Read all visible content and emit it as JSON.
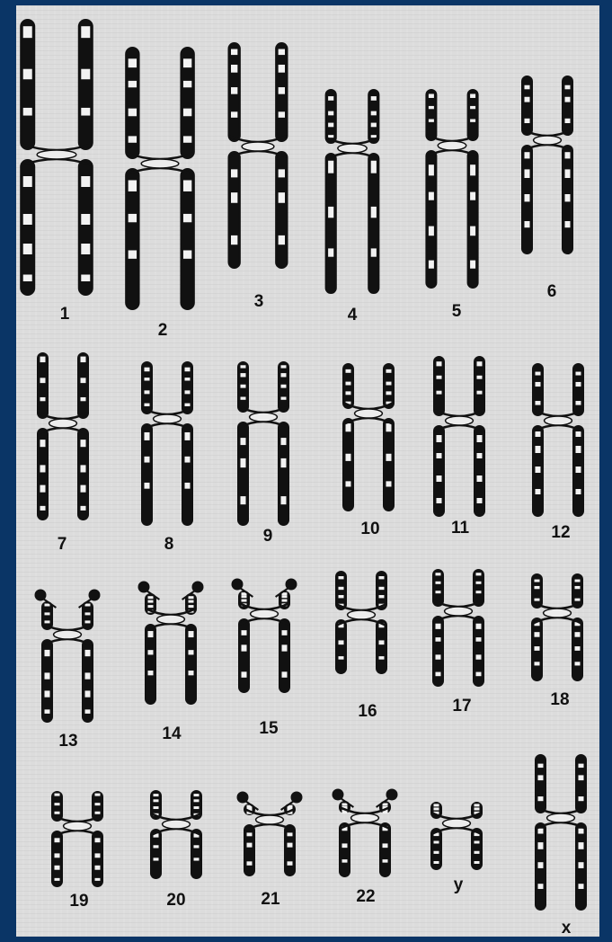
{
  "chromosomes": [
    {
      "label": "1"
    },
    {
      "label": "2"
    },
    {
      "label": "3"
    },
    {
      "label": "4"
    },
    {
      "label": "5"
    },
    {
      "label": "6"
    },
    {
      "label": "7"
    },
    {
      "label": "8"
    },
    {
      "label": "9"
    },
    {
      "label": "10"
    },
    {
      "label": "11"
    },
    {
      "label": "12"
    },
    {
      "label": "13"
    },
    {
      "label": "14"
    },
    {
      "label": "15"
    },
    {
      "label": "16"
    },
    {
      "label": "17"
    },
    {
      "label": "18"
    },
    {
      "label": "19"
    },
    {
      "label": "20"
    },
    {
      "label": "21"
    },
    {
      "label": "22"
    },
    {
      "label": "y"
    },
    {
      "label": "x"
    }
  ],
  "colors": {
    "frame": "#0a3566",
    "paper": "#dcdcdc",
    "ink": "#111111"
  }
}
